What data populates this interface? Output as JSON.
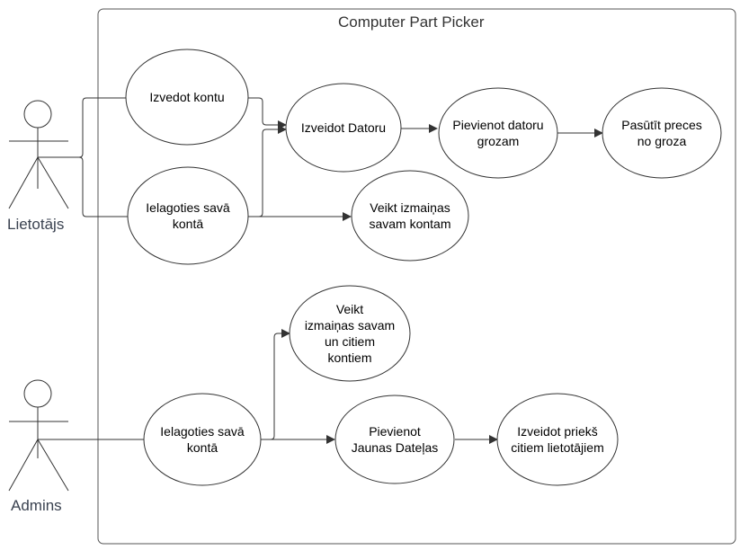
{
  "system": {
    "title": "Computer Part Picker"
  },
  "actors": {
    "user": {
      "label": "Lietotājs"
    },
    "admin": {
      "label": "Admins"
    }
  },
  "use_cases": {
    "create_account": "Izvedot kontu",
    "login_user": "Ielagoties savā\nkontā",
    "create_pc": "Izveidot Datoru",
    "add_to_cart": "Pievienot datoru\ngrozam",
    "order": "Pasūtīt preces\nno groza",
    "edit_own": "Veikt izmaiņas\nsavam kontam",
    "edit_all": "Veikt\nizmaiņas savam\nun citiem\nkontiem",
    "login_admin": "Ielagoties savā\nkontā",
    "add_parts": "Pievienot\nJaunas Dateļas",
    "create_for_users": "Izveidot priekš\ncitiem lietotājiem"
  }
}
